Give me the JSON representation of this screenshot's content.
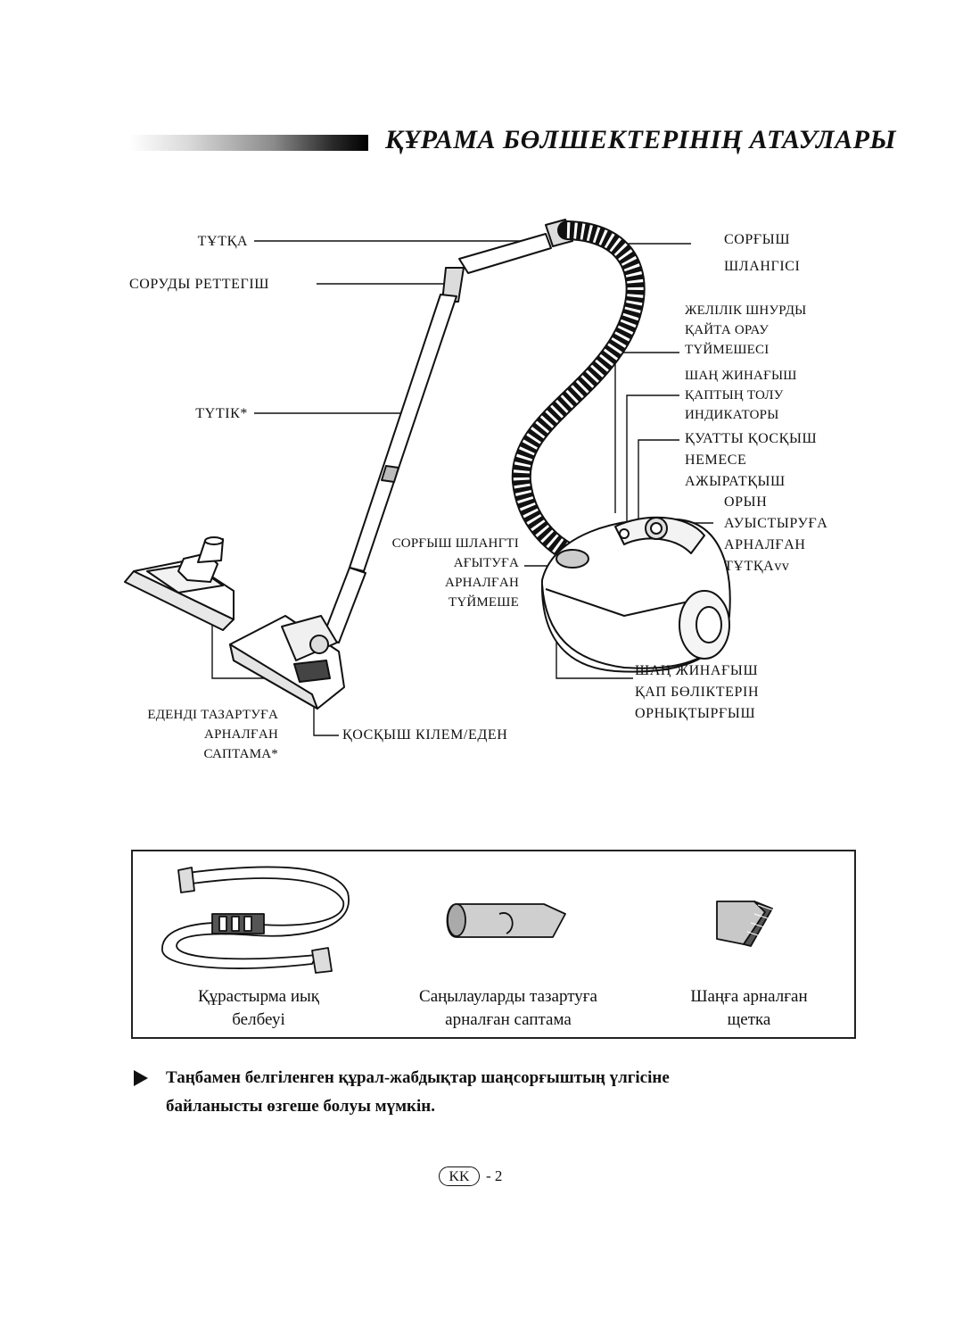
{
  "title": "ҚҰРАМА БӨЛШЕКТЕРІНІҢ АТАУЛАРЫ",
  "labels": {
    "handle": "ТҰТҚА",
    "suction_regulator": "СОРУДЫ РЕТТЕГІШ",
    "pipe": "ТҮТІК*",
    "suction_hose": [
      "СОРҒЫШ",
      "ШЛАНГІСІ"
    ],
    "cord_rewind": [
      "ЖЕЛІЛІК ШНУРДЫ",
      "ҚАЙТА ОРАУ",
      "ТҮЙМЕШЕСІ"
    ],
    "bag_full": [
      "ШАҢ ЖИНАҒЫШ",
      "ҚАПТЫҢ ТОЛУ",
      "ИНДИКАТОРЫ"
    ],
    "power_switch": [
      "ҚУАТТЫ ҚОСҚЫШ",
      "НЕМЕСЕ",
      "АЖЫРАТҚЫШ"
    ],
    "carry_handle": [
      "ОРЫН",
      "АУЫСТЫРУҒА",
      "АРНАЛҒАН",
      "ТҰТҚАvv"
    ],
    "hose_release": [
      "СОРҒЫШ ШЛАНГТІ",
      "АҒЫТУҒА",
      "АРНАЛҒАН",
      "ТҮЙМЕШЕ"
    ],
    "bag_holder": [
      "ШАҢ ЖИНАҒЫШ",
      "ҚАП БӨЛІКТЕРІН",
      "ОРНЫҚТЫРҒЫШ"
    ],
    "floor_nozzle": [
      "ЕДЕНДІ ТАЗАРТУҒА",
      "АРНАЛҒАН",
      "САПТАМА*"
    ],
    "carpet_floor": "ҚОСҚЫШ КІЛЕМ/ЕДЕН"
  },
  "accessories": [
    {
      "icon": "belt-icon",
      "lines": [
        "Құрастырма иық",
        "белбеуі"
      ]
    },
    {
      "icon": "crevice-tool-icon",
      "lines": [
        "Саңылауларды тазартуға",
        "арналған саптама"
      ]
    },
    {
      "icon": "dust-brush-icon",
      "lines": [
        "Шаңға арналған",
        "щетка"
      ]
    }
  ],
  "note": [
    "Таңбамен белгіленген құрал-жабдықтар шаңсорғыштың үлгісіне",
    "байланысты өзгеше болуы мүмкін."
  ],
  "page": {
    "lang_badge": "KK",
    "number": "- 2"
  }
}
